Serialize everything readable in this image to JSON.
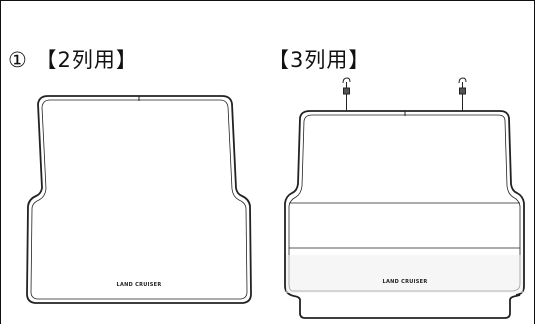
{
  "panel_left": {
    "label": "① 【2列用】",
    "brand": "LAND CRUISER"
  },
  "panel_right": {
    "label": "【3列用】",
    "brand": "LAND CRUISER"
  }
}
